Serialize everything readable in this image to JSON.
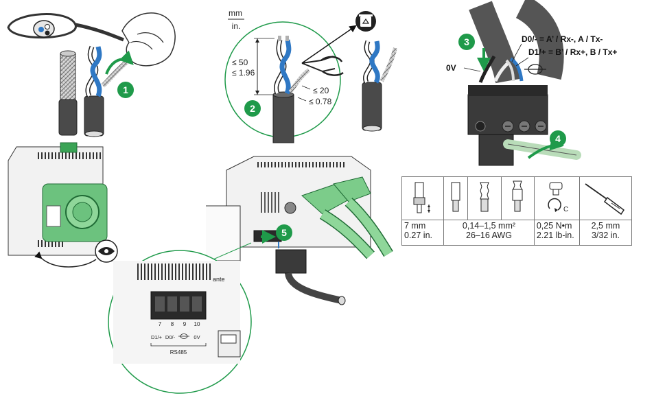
{
  "steps": [
    "1",
    "2",
    "3",
    "4",
    "5"
  ],
  "strip_units": {
    "top": "mm",
    "bottom": "in."
  },
  "strip_dims": {
    "sheath_mm": "≤ 50",
    "sheath_in": "≤ 1.96",
    "conductor_mm": "≤ 20",
    "conductor_in": "≤ 0.78"
  },
  "wiring": {
    "zero_v": "0V",
    "d0": "D0/- = A’ / Rx-, A / Tx-",
    "d1": "D1/+ = B’ / Rx+, B / Tx+"
  },
  "connector": {
    "pins": [
      "7",
      "8",
      "9",
      "10"
    ],
    "signals": [
      "D1/+",
      "D0/-",
      "0V"
    ],
    "bus": "RS485"
  },
  "partial_label": "ante",
  "specs": {
    "strip": [
      "7 mm",
      "0.27 in."
    ],
    "wire": [
      "0,14–1,5 mm²",
      "26–16 AWG"
    ],
    "torque": [
      "0,25 N•m",
      "2.21 lb-in."
    ],
    "torque_symbol": "C",
    "driver": [
      "2,5 mm",
      "3/32 in."
    ]
  },
  "colors": {
    "accent_green": "#1f9a4a",
    "module_green": "#6cc27e",
    "cable": "#4a4a4a",
    "blue_wire": "#2f78c4"
  },
  "icons": [
    "eye-icon",
    "recycle-bin-icon",
    "shield-ground-icon",
    "screwdriver-icon",
    "ferrule-icon"
  ]
}
